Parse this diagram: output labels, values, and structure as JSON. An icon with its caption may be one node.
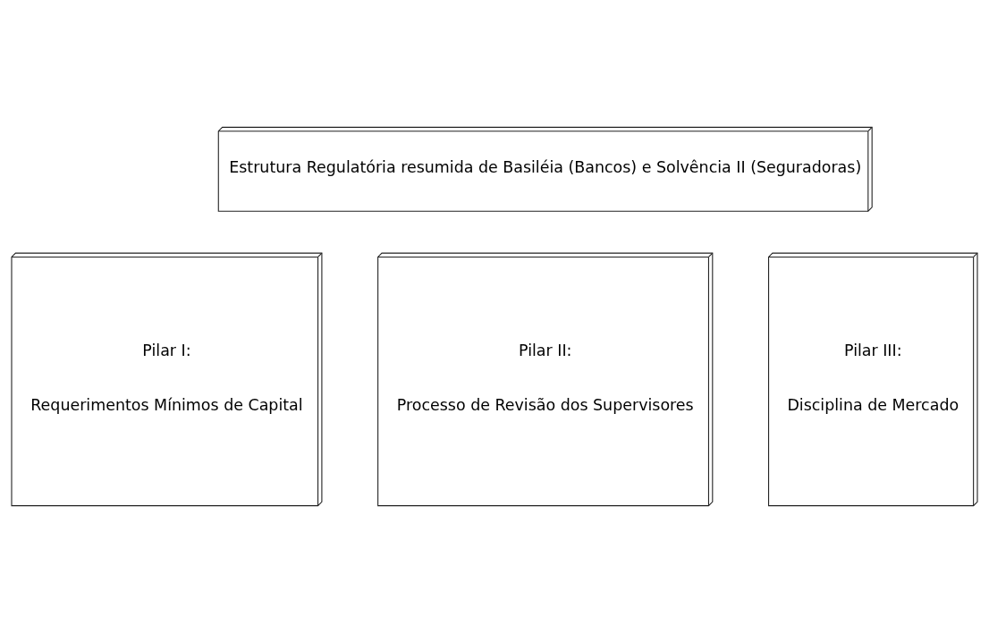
{
  "diagram": {
    "nodes": [
      {
        "text": [
          "Estrutura Regulatória resumida de Basiléia (Bancos) e Solvência II (Seguradoras)"
        ]
      },
      {
        "text": [
          "Pilar I:",
          "Requerimentos Mínimos de Capital"
        ]
      },
      {
        "text": [
          "Pilar II:",
          "Processo de Revisão dos Supervisores"
        ]
      },
      {
        "text": [
          "Pilar III:",
          "Disciplina de Mercado"
        ]
      }
    ]
  }
}
